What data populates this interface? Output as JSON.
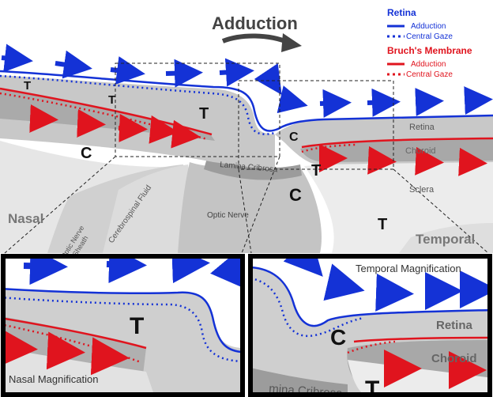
{
  "title": "Adduction",
  "legend": {
    "retina_heading": "Retina",
    "retina_adduction": "Adduction",
    "retina_central_gaze": "Central Gaze",
    "bruch_heading": "Bruch's Membrane",
    "bruch_adduction": "Adduction",
    "bruch_central_gaze": "Central Gaze"
  },
  "labels": {
    "nasal": "Nasal",
    "temporal": "Temporal",
    "retina": "Retina",
    "choroid": "Choroid",
    "sclera": "Sclera",
    "lamina_cribrosa": "Lamina Cribrosa",
    "optic_nerve": "Optic Nerve",
    "optic_nerve_sheath": "Optic Nerve Sheath",
    "cerebrospinal_fluid": "Cerebrospinal Fluid",
    "tension": "T",
    "compression": "C"
  },
  "insets": {
    "nasal_title": "Nasal Magnification",
    "temporal_title": "Temporal Magnification",
    "retina": "Retina",
    "choroid": "Choroid",
    "lamina_fragment": "mina Cribrosa"
  },
  "colors": {
    "retina": "#1432d6",
    "bruch": "#e0141e",
    "tissue_dark": "#b7b7b7",
    "tissue_mid": "#cccccc",
    "tissue_light": "#e8e8e8",
    "frame": "#000000",
    "title_text": "#444444"
  }
}
